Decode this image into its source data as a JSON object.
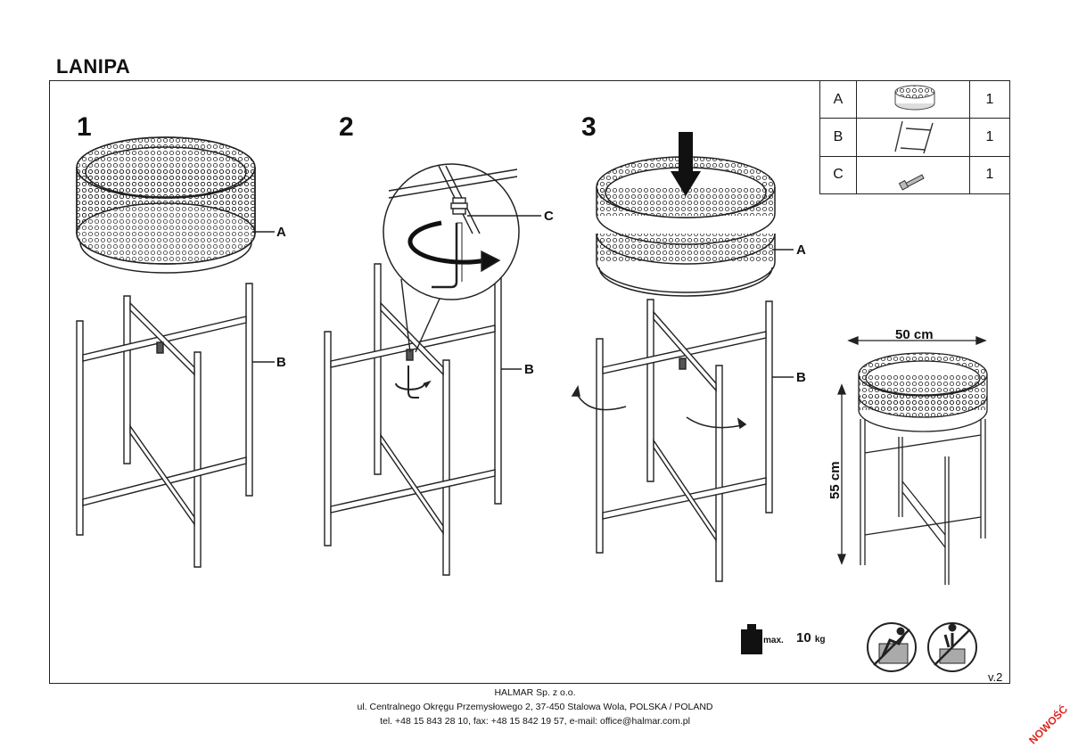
{
  "title": "LANIPA",
  "steps": [
    "1",
    "2",
    "3"
  ],
  "labels": {
    "a": "A",
    "b": "B",
    "c": "C"
  },
  "parts": [
    {
      "letter": "A",
      "icon": "ring-part-icon",
      "qty": "1"
    },
    {
      "letter": "B",
      "icon": "frame-part-icon",
      "qty": "1"
    },
    {
      "letter": "C",
      "icon": "screw-part-icon",
      "qty": "1"
    }
  ],
  "dimensions": {
    "width": "50 cm",
    "height": "55 cm"
  },
  "max_load": {
    "label": "max.",
    "value": "10",
    "unit": "kg"
  },
  "version": "v.2",
  "footer": {
    "company": "HALMAR Sp. z o.o.",
    "address": "ul. Centralnego Okręgu Przemysłowego 2, 37-450 Stalowa Wola, POLSKA / POLAND",
    "contact": "tel. +48 15 843 28 10, fax: +48 15 842 19 57, e-mail: office@halmar.com.pl"
  },
  "badge": "NOWOŚĆ",
  "icons": [
    "weight-icon",
    "no-climbing-icon",
    "no-standing-icon",
    "rotate-arrow-icon",
    "down-arrow-icon",
    "hex-key-icon"
  ]
}
